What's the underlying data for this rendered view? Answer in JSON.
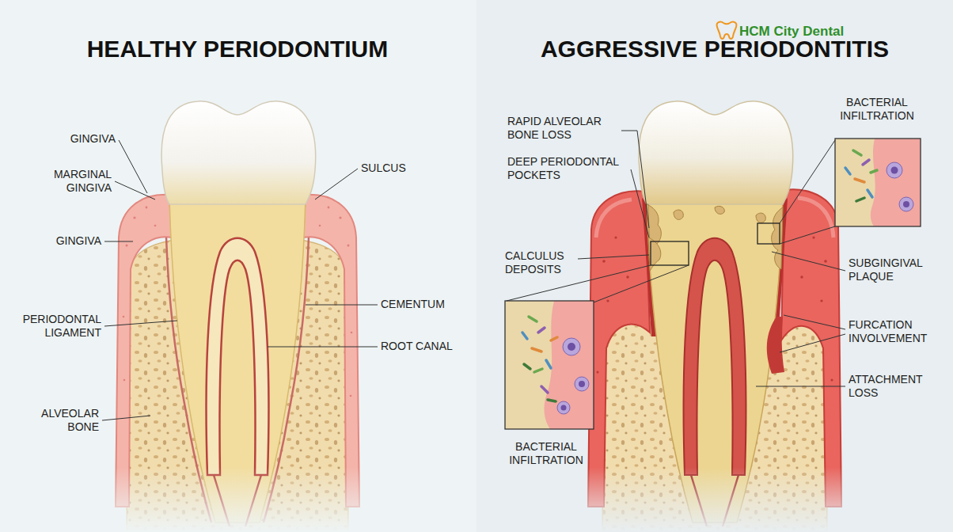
{
  "diagram": {
    "labels": [
      "HEALTHY PERIODONTIUM",
      "AGGRESSIVE PERIODONTITIS",
      "HCM City Dental",
      "GINGIVA",
      "MARGINAL GINGIVA",
      "GINGIVA",
      "PERIODONTAL LIGAMENT",
      "ALVEOLAR BONE",
      "SULCUS",
      "CEMENTUM",
      "ROOT CANAL",
      "RAPID ALVEOLAR BONE LOSS",
      "DEEP PERIODONTAL POCKETS",
      "CALCULUS DEPOSITS",
      "BACTERIAL INFILTRATION",
      "BACTERIAL INFILTRATION",
      "SUBGINGIVAL PLAQUE",
      "FURCATION INVOLVEMENT",
      "ATTACHMENT LOSS"
    ]
  }
}
